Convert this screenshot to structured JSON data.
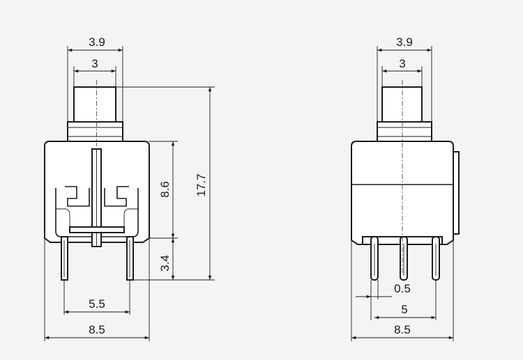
{
  "colors": {
    "line": "#1a1a1a",
    "paper": "#f4f4f2"
  },
  "left_view": {
    "dims": {
      "top_outer": "3.9",
      "top_inner": "3",
      "body_height": "8.6",
      "total_height": "17.7",
      "pin_length": "3.4",
      "pin_spacing": "5.5",
      "width": "8.5"
    }
  },
  "right_view": {
    "dims": {
      "top_outer": "3.9",
      "top_inner": "3",
      "pin_width": "0.5",
      "pin_pitch": "5",
      "width": "8.5"
    }
  }
}
